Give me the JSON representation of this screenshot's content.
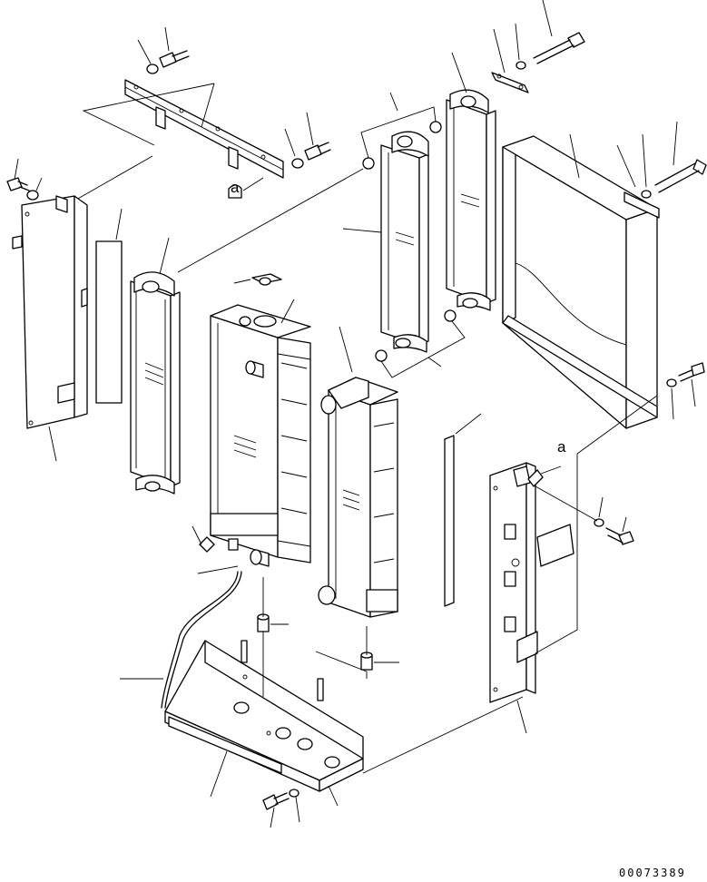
{
  "drawing_code": "00073389",
  "callout_letter_a": "a",
  "callout_letter_b": "a"
}
